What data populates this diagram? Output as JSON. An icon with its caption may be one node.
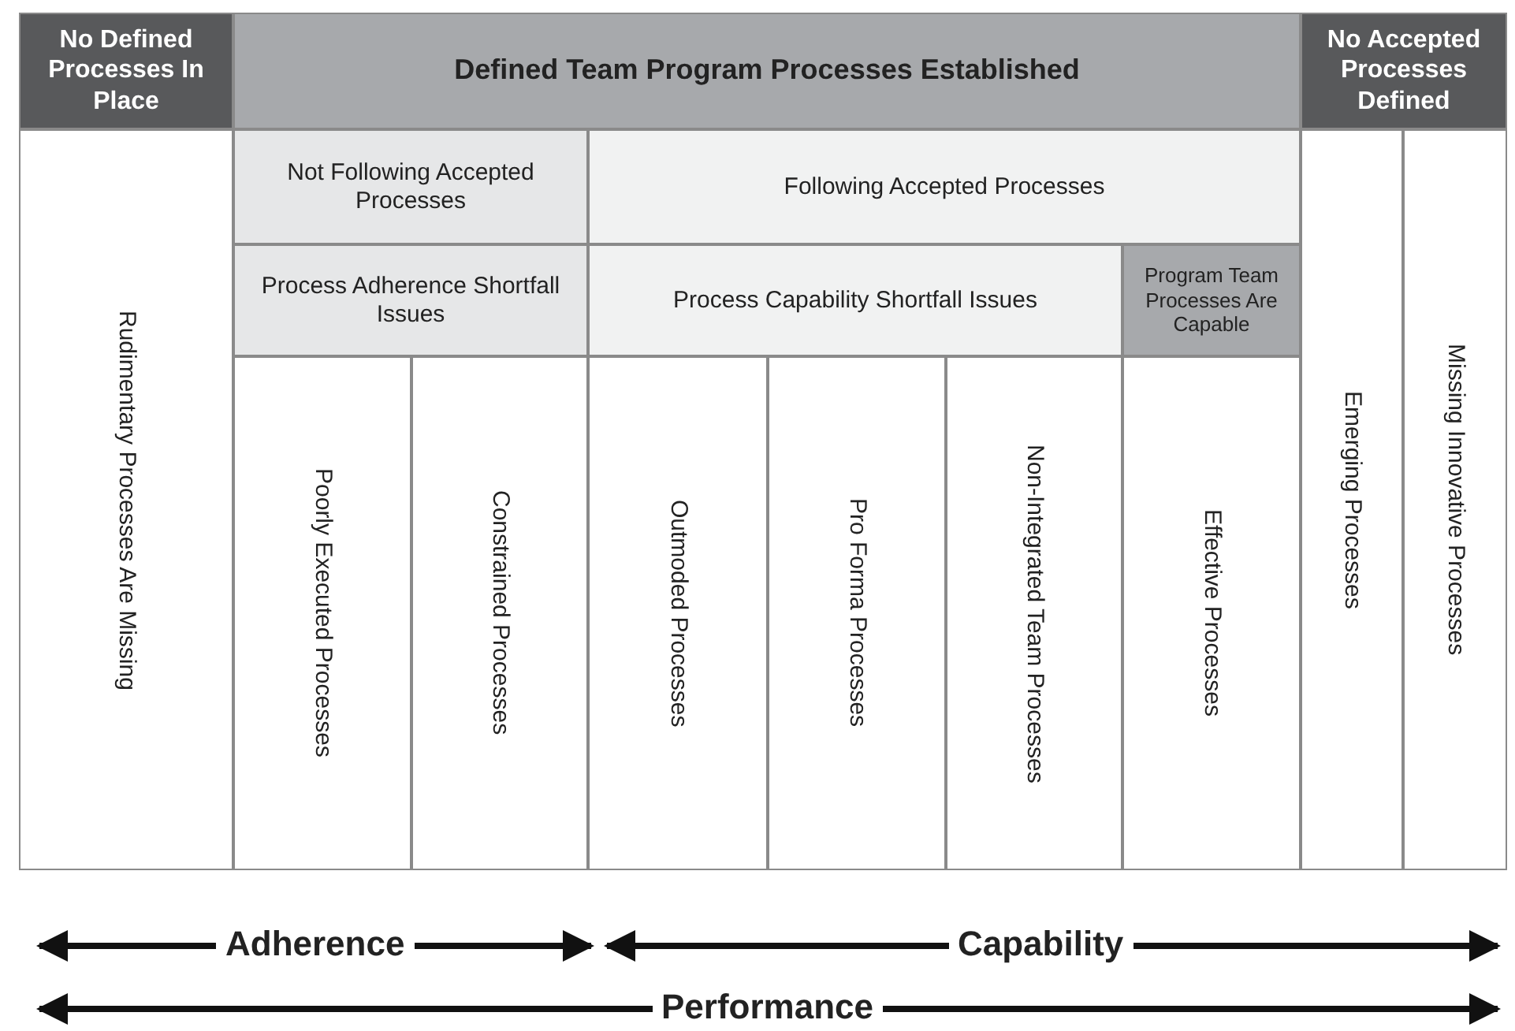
{
  "diagram": {
    "nodes": [
      {
        "text": [
          "No Defined Processes In Place"
        ]
      },
      {
        "text": [
          "Defined Team Program Processes Established"
        ]
      },
      {
        "text": [
          "No Accepted Processes Defined"
        ]
      },
      {
        "text": [
          "Rudimentary Processes Are Missing"
        ]
      },
      {
        "text": [
          "Not Following Accepted Processes"
        ]
      },
      {
        "text": [
          "Following Accepted Processes"
        ]
      },
      {
        "text": [
          "Process Adherence Shortfall Issues"
        ]
      },
      {
        "text": [
          "Process Capability Shortfall Issues"
        ]
      },
      {
        "text": [
          "Program Team Processes Are Capable"
        ]
      },
      {
        "text": [
          "Poorly Executed Processes"
        ]
      },
      {
        "text": [
          "Constrained Processes"
        ]
      },
      {
        "text": [
          "Outmoded Processes"
        ]
      },
      {
        "text": [
          "Pro Forma Processes"
        ]
      },
      {
        "text": [
          "Non-Integrated Team Processes"
        ]
      },
      {
        "text": [
          "Effective Processes"
        ]
      },
      {
        "text": [
          "Emerging Processes"
        ]
      },
      {
        "text": [
          "Missing Innovative Processes"
        ]
      }
    ],
    "edges": [],
    "labels": [
      "Adherence",
      "Capability",
      "Performance"
    ]
  }
}
